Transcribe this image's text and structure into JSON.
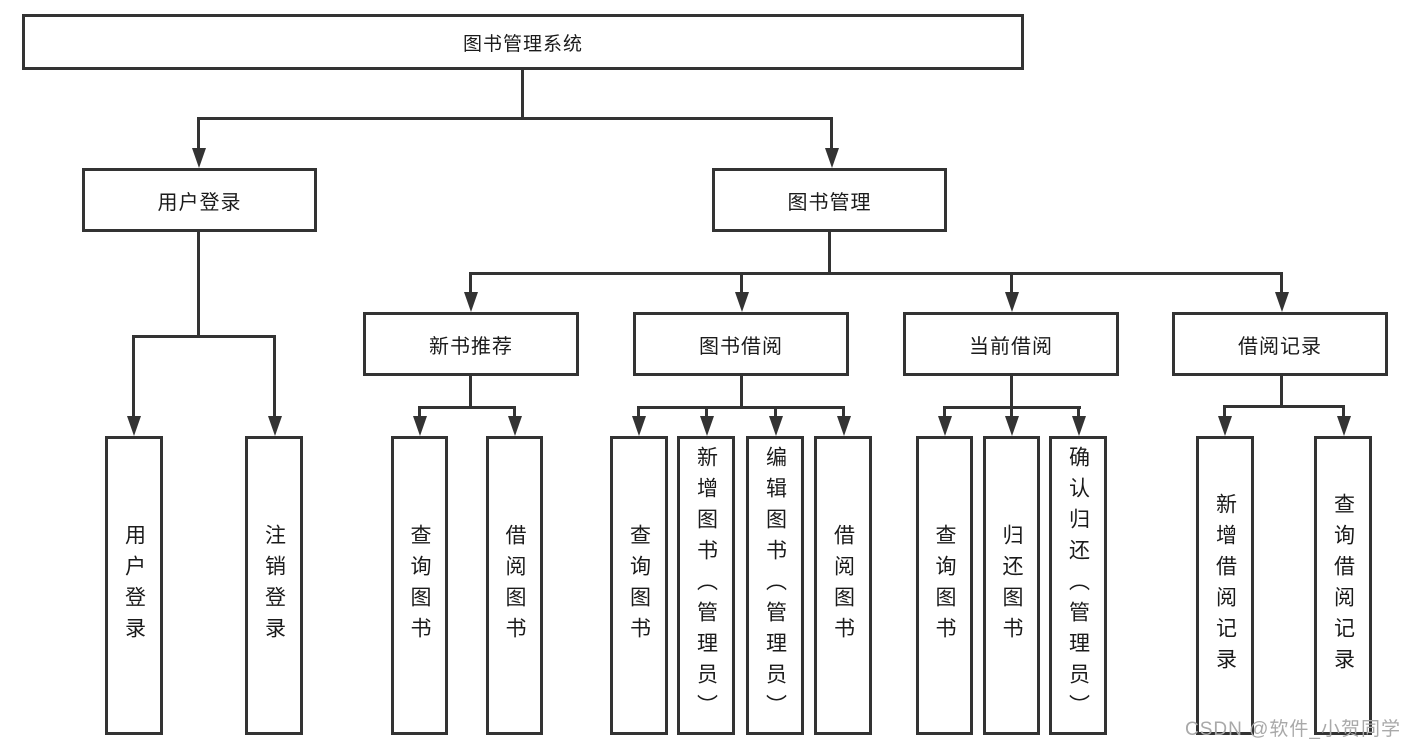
{
  "diagram": {
    "title": "图书管理系统",
    "root": {
      "label": "图书管理系统"
    },
    "level2": [
      {
        "label": "用户登录"
      },
      {
        "label": "图书管理"
      }
    ],
    "level3": [
      {
        "label": "新书推荐"
      },
      {
        "label": "图书借阅"
      },
      {
        "label": "当前借阅"
      },
      {
        "label": "借阅记录"
      }
    ],
    "leaves": [
      {
        "label": "用户登录",
        "parent": "用户登录"
      },
      {
        "label": "注销登录",
        "parent": "用户登录"
      },
      {
        "label": "查询图书",
        "parent": "新书推荐"
      },
      {
        "label": "借阅图书",
        "parent": "新书推荐"
      },
      {
        "label": "查询图书",
        "parent": "图书借阅"
      },
      {
        "label": "新增图书（管理员）",
        "parent": "图书借阅"
      },
      {
        "label": "编辑图书（管理员）",
        "parent": "图书借阅"
      },
      {
        "label": "借阅图书",
        "parent": "图书借阅"
      },
      {
        "label": "查询图书",
        "parent": "当前借阅"
      },
      {
        "label": "归还图书",
        "parent": "当前借阅"
      },
      {
        "label": "确认归还（管理员）",
        "parent": "当前借阅"
      },
      {
        "label": "新增借阅记录",
        "parent": "借阅记录"
      },
      {
        "label": "查询借阅记录",
        "parent": "借阅记录"
      }
    ],
    "watermark": "CSDN @软件_小贺同学",
    "colors": {
      "line": "#333333",
      "border": "#333333",
      "text": "#1b1b1b",
      "watermark": "#a9a9a9",
      "background": "#ffffff"
    }
  }
}
